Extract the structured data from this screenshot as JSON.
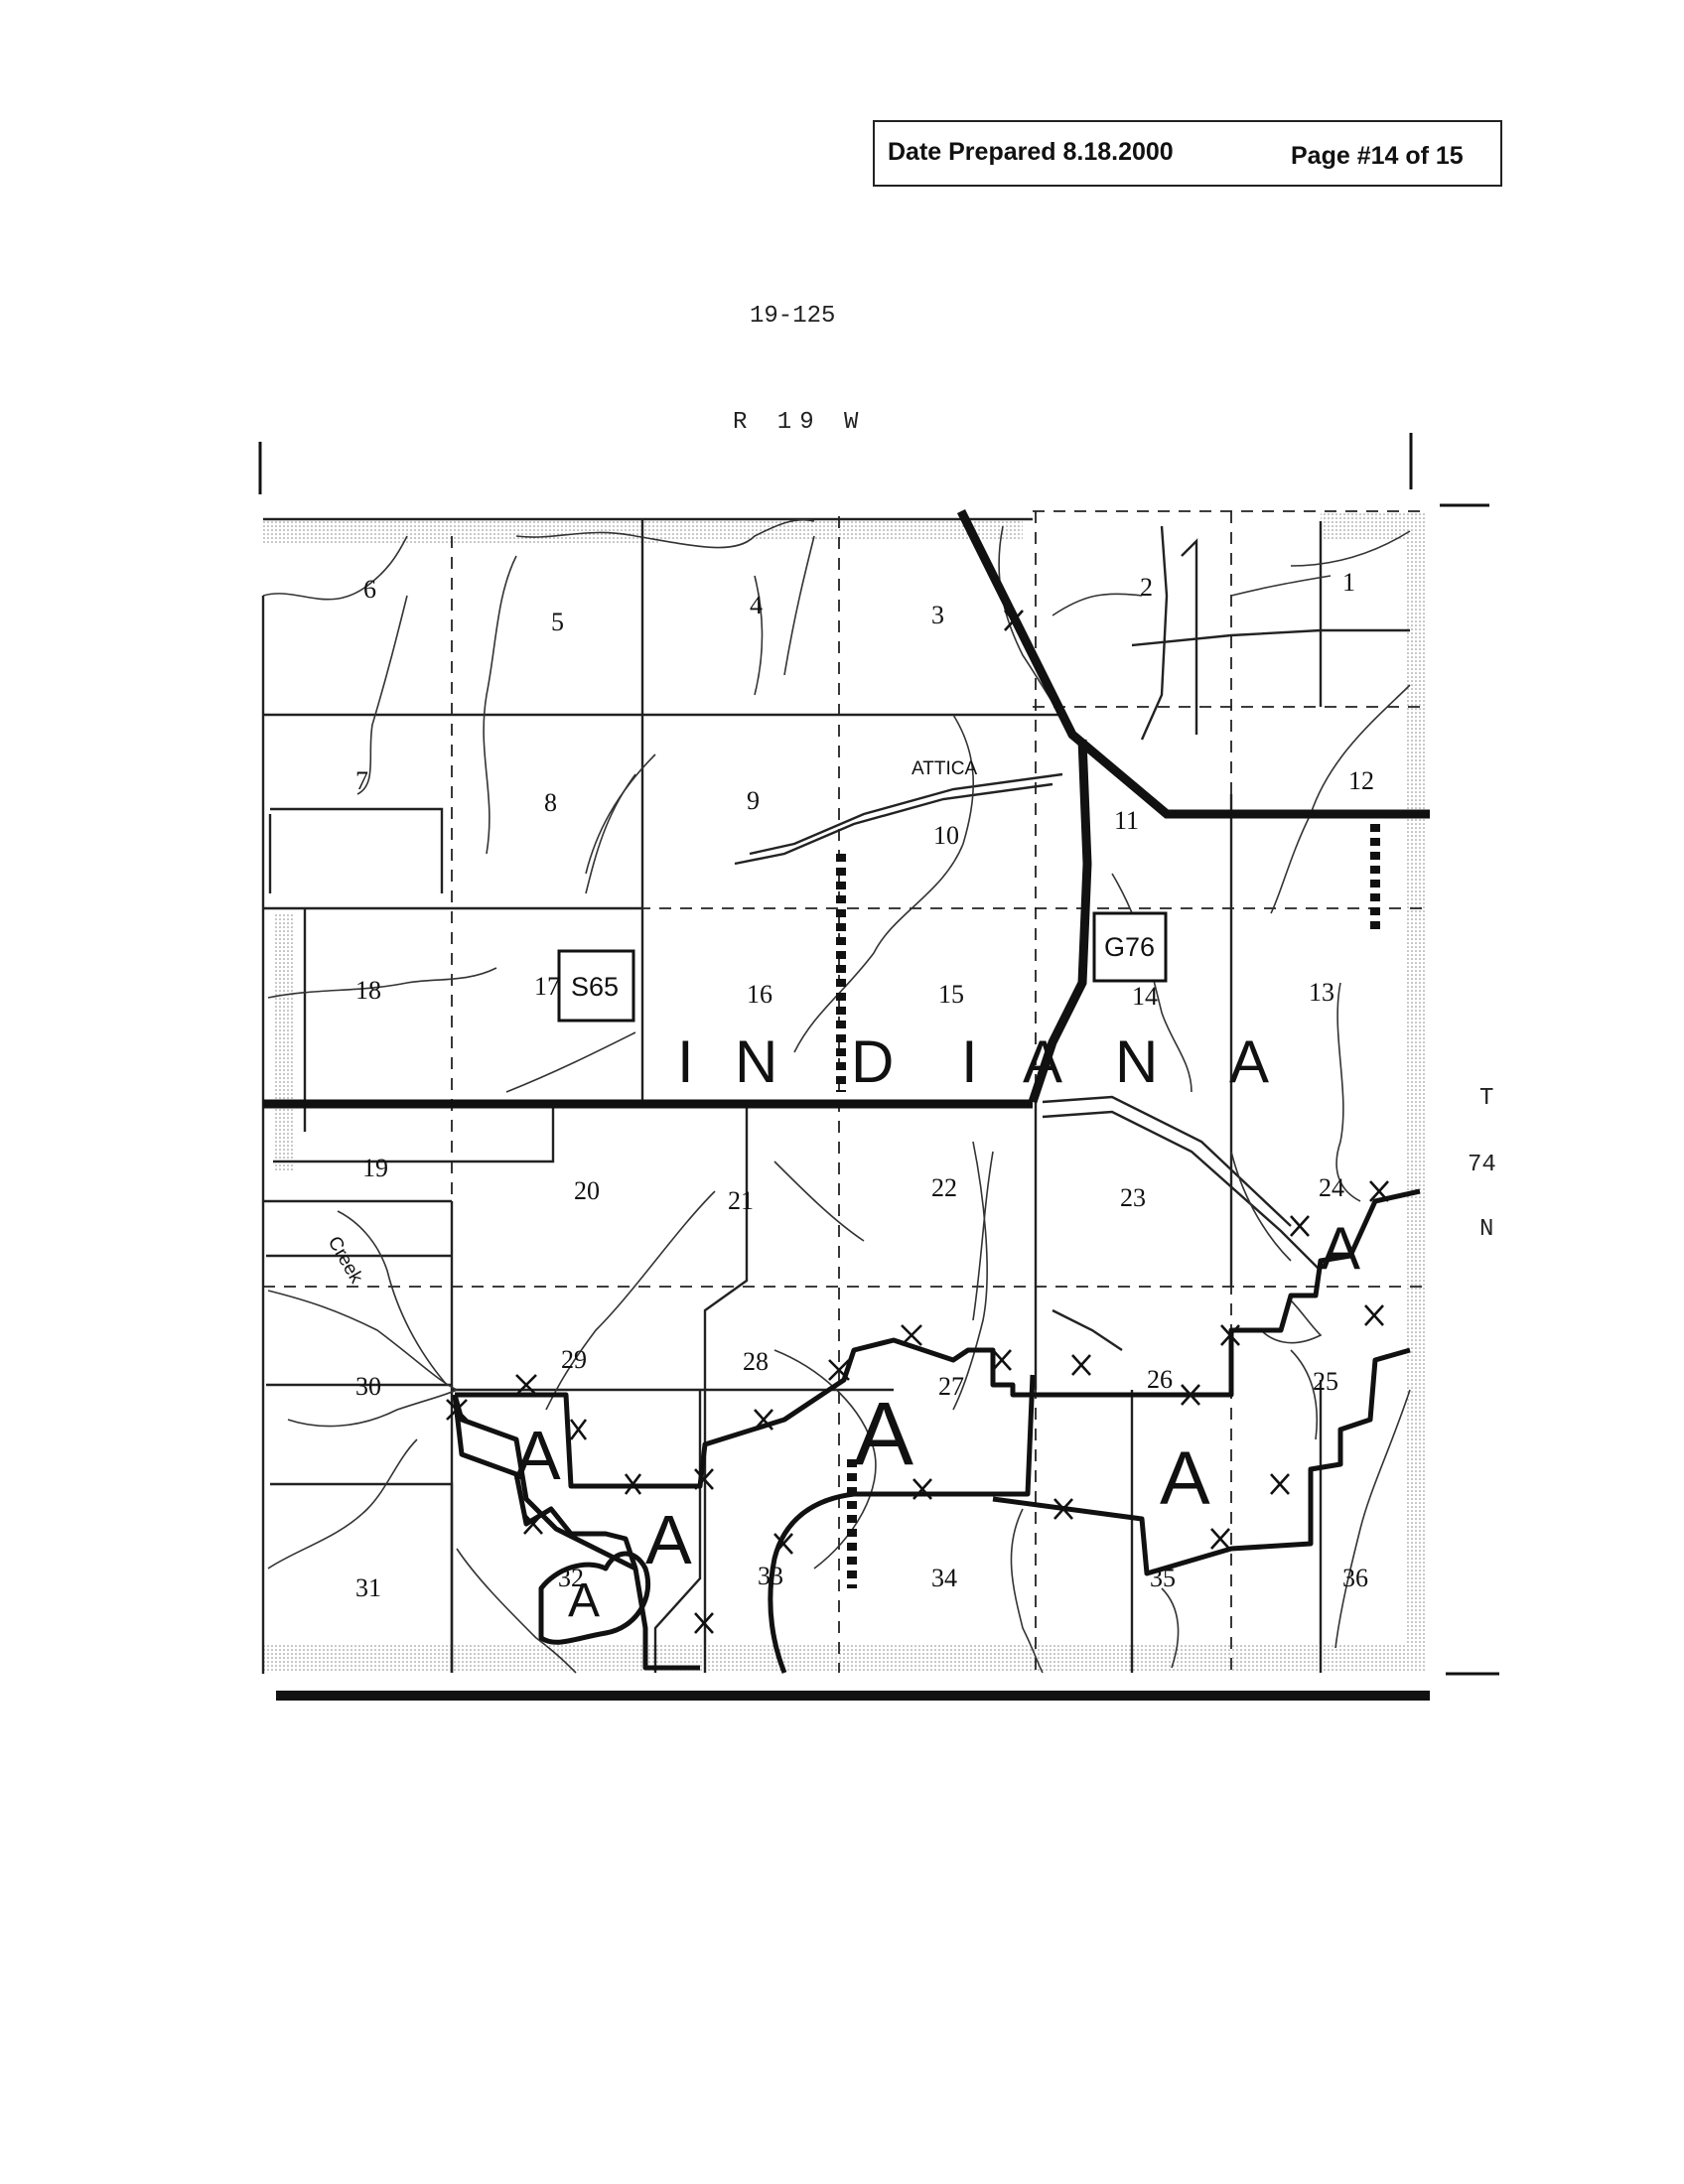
{
  "header": {
    "date_prepared": "Date Prepared 8.18.2000",
    "page": "Page #14 of 15"
  },
  "map": {
    "id": "19-125",
    "range": "R 19 W",
    "township": [
      "T",
      "74",
      "N"
    ],
    "county_label": [
      "I",
      "N",
      "D",
      "I",
      "A",
      "N",
      "A"
    ],
    "place": "ATTICA",
    "routes": [
      "S65",
      "G76"
    ],
    "stream_label": "Creek",
    "area_labels": [
      "A",
      "A",
      "A",
      "A",
      "A",
      "A"
    ],
    "sections": [
      "1",
      "2",
      "3",
      "4",
      "5",
      "6",
      "7",
      "8",
      "9",
      "10",
      "11",
      "12",
      "13",
      "14",
      "15",
      "16",
      "17",
      "18",
      "19",
      "20",
      "21",
      "22",
      "23",
      "24",
      "25",
      "26",
      "27",
      "28",
      "29",
      "30",
      "31",
      "32",
      "33",
      "34",
      "35",
      "36"
    ]
  }
}
